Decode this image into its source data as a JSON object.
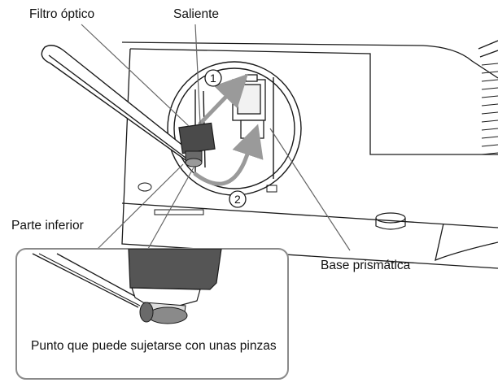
{
  "labels": {
    "optical_filter": "Filtro óptico",
    "protrusion": "Saliente",
    "bottom_part": "Parte inferior",
    "prism_base": "Base prismática",
    "tweezer_point": "Punto que puede sujetarse con unas pinzas"
  },
  "steps": {
    "step1": "1",
    "step2": "2"
  },
  "colors": {
    "line": "#1a1a1a",
    "arrow": "#9a9a9a",
    "filter": "#4a4a4a",
    "leader": "#666666",
    "callout_border": "#8a8a8a"
  }
}
